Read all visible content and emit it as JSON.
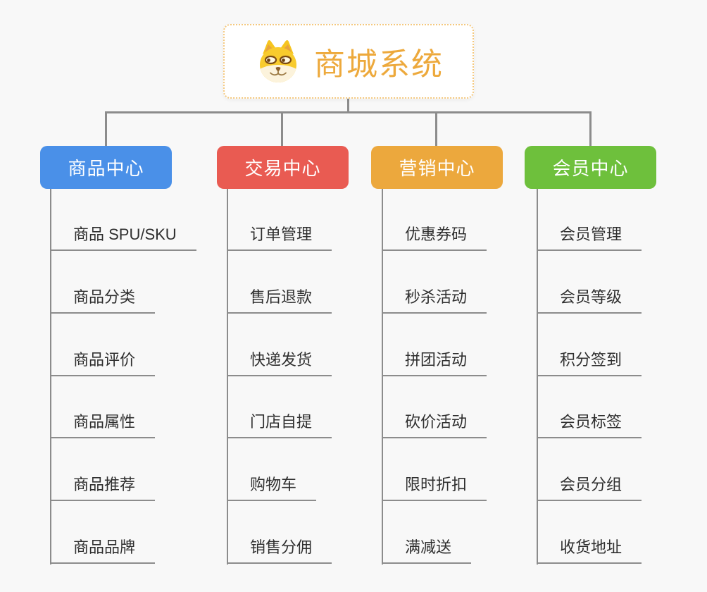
{
  "page": {
    "background": "#f8f8f8",
    "connector_color": "#8c8c8c"
  },
  "root": {
    "title": "商城系统",
    "icon": "shiba-dog-icon",
    "text_color": "#eda93c",
    "border_color": "#f4c87e"
  },
  "branches": [
    {
      "label": "商品中心",
      "color": "#4a90e8",
      "children": [
        "商品 SPU/SKU",
        "商品分类",
        "商品评价",
        "商品属性",
        "商品推荐",
        "商品品牌"
      ]
    },
    {
      "label": "交易中心",
      "color": "#e95b52",
      "children": [
        "订单管理",
        "售后退款",
        "快递发货",
        "门店自提",
        "购物车",
        "销售分佣"
      ]
    },
    {
      "label": "营销中心",
      "color": "#eca83d",
      "children": [
        "优惠券码",
        "秒杀活动",
        "拼团活动",
        "砍价活动",
        "限时折扣",
        "满减送"
      ]
    },
    {
      "label": "会员中心",
      "color": "#6ec03c",
      "children": [
        "会员管理",
        "会员等级",
        "积分签到",
        "会员标签",
        "会员分组",
        "收货地址"
      ]
    }
  ]
}
